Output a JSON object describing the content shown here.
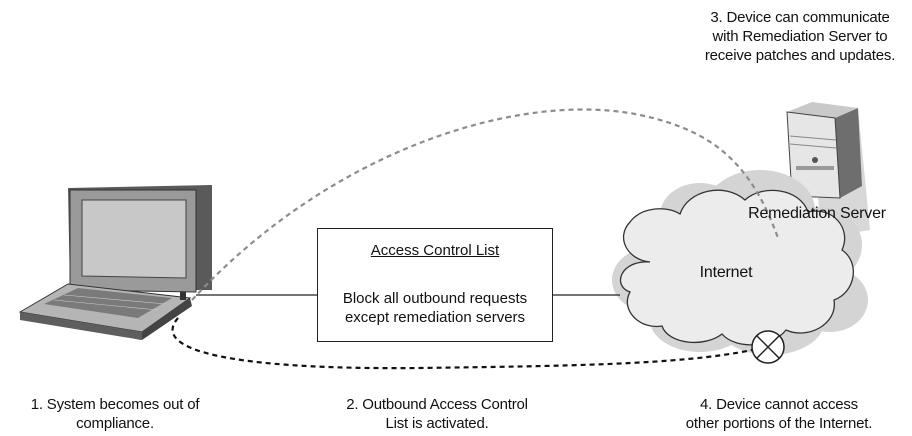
{
  "acl": {
    "title": "Access Control List",
    "body_line1": "Block all outbound requests",
    "body_line2": "except remediation servers"
  },
  "cloud": {
    "label": "Internet"
  },
  "server": {
    "label": "Remediation Server"
  },
  "steps": {
    "step1_line1": "1. System becomes out of",
    "step1_line2": "compliance.",
    "step2_line1": "2. Outbound Access Control",
    "step2_line2": "List is activated.",
    "step3_line1": "3. Device can communicate",
    "step3_line2": "with Remediation Server to",
    "step3_line3": "receive patches and updates.",
    "step4_line1": "4. Device cannot access",
    "step4_line2": "other portions of the Internet."
  },
  "icons": {
    "laptop": "laptop-icon",
    "server": "server-icon",
    "cloud": "cloud-icon",
    "blocked": "blocked-x-icon"
  }
}
